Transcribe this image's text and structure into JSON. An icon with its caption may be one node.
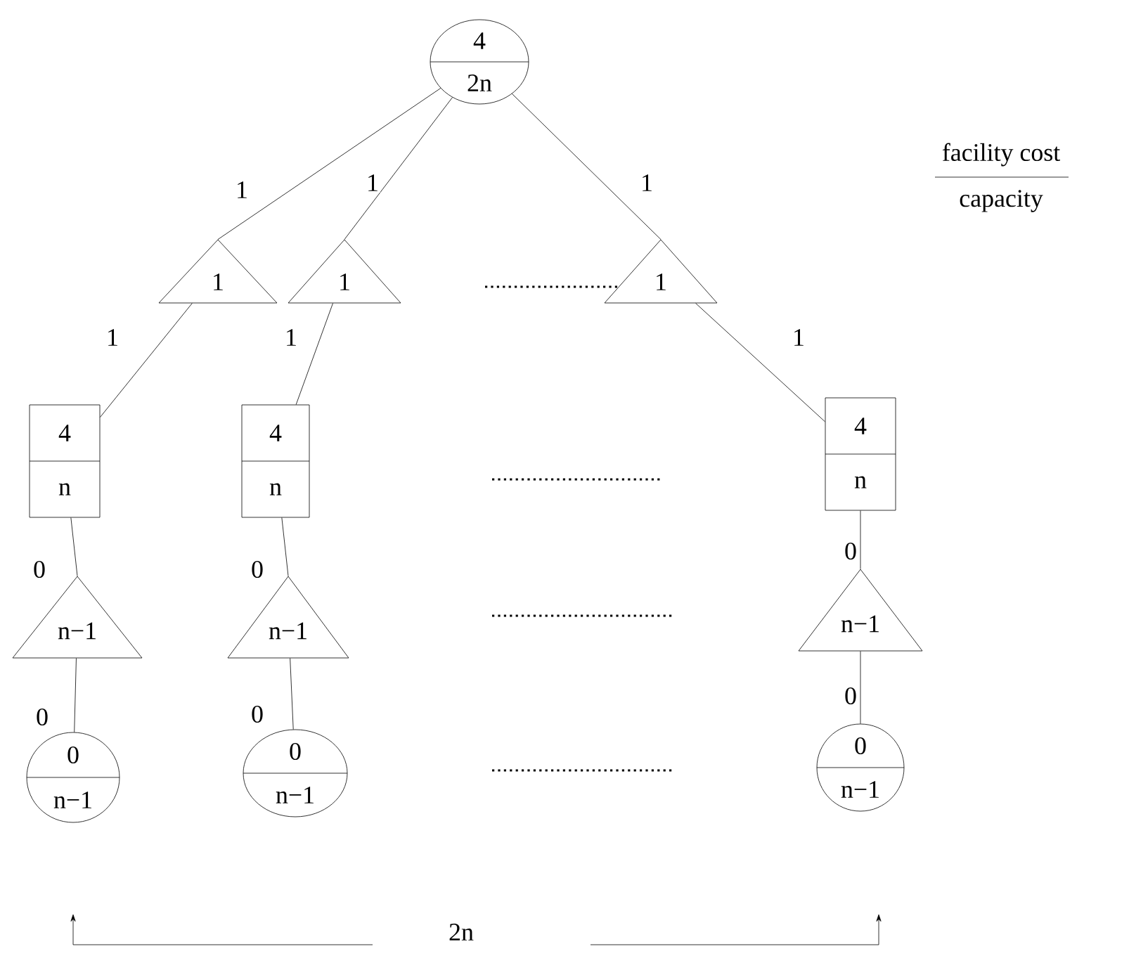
{
  "diagram": {
    "nodes": [
      {
        "text": [
          "4",
          "2n"
        ]
      },
      {
        "text": [
          "1"
        ]
      },
      {
        "text": [
          "1"
        ]
      },
      {
        "text": [
          "1"
        ]
      },
      {
        "text": [
          "4",
          "n"
        ]
      },
      {
        "text": [
          "4",
          "n"
        ]
      },
      {
        "text": [
          "4",
          "n"
        ]
      },
      {
        "text": [
          "n−1"
        ]
      },
      {
        "text": [
          "n−1"
        ]
      },
      {
        "text": [
          "n−1"
        ]
      },
      {
        "text": [
          "0",
          "n−1"
        ]
      },
      {
        "text": [
          "0",
          "n−1"
        ]
      },
      {
        "text": [
          "0",
          "n−1"
        ]
      }
    ],
    "edges": [
      {
        "from": 0,
        "to": 1,
        "arrow": "none",
        "label": "1"
      },
      {
        "from": 0,
        "to": 2,
        "arrow": "none",
        "label": "1"
      },
      {
        "from": 0,
        "to": 3,
        "arrow": "none",
        "label": "1"
      },
      {
        "from": 1,
        "to": 4,
        "arrow": "none",
        "label": "1"
      },
      {
        "from": 2,
        "to": 5,
        "arrow": "none",
        "label": "1"
      },
      {
        "from": 3,
        "to": 6,
        "arrow": "none",
        "label": "1"
      },
      {
        "from": 4,
        "to": 7,
        "arrow": "none",
        "label": "0"
      },
      {
        "from": 5,
        "to": 8,
        "arrow": "none",
        "label": "0"
      },
      {
        "from": 6,
        "to": 9,
        "arrow": "none",
        "label": "0"
      },
      {
        "from": 7,
        "to": 10,
        "arrow": "none",
        "label": "0"
      },
      {
        "from": 8,
        "to": 11,
        "arrow": "none",
        "label": "0"
      },
      {
        "from": 9,
        "to": 12,
        "arrow": "none",
        "label": "0"
      }
    ],
    "labels": [
      "facility cost",
      "capacity",
      "2n"
    ]
  }
}
